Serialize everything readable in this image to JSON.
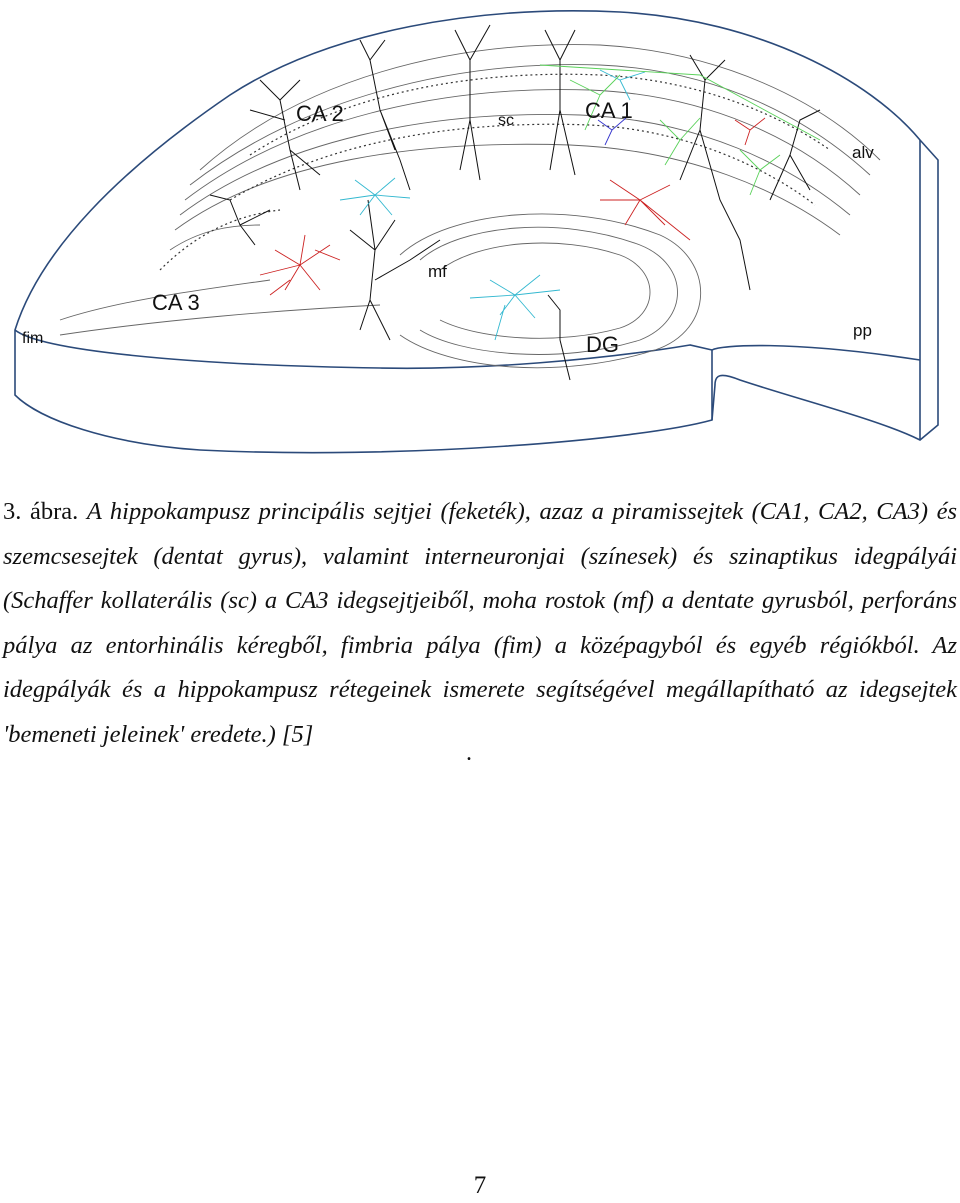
{
  "figure": {
    "labels": {
      "ca2": "CA 2",
      "ca1": "CA 1",
      "sc": "sc",
      "alv": "alv",
      "ca3": "CA 3",
      "mf": "mf",
      "fim": "fim",
      "dg": "DG",
      "pp": "pp"
    },
    "colors": {
      "outline": "#2b4a7a",
      "principal_cells": "#111111",
      "interneuron_red": "#cc2222",
      "interneuron_cyan": "#33b8d0",
      "interneuron_green": "#5ad15a",
      "interneuron_blue": "#3333cc"
    }
  },
  "caption": {
    "number": "3. ábra.",
    "text": "A hippokampusz principális sejtjei (feketék), azaz a piramissejtek (CA1, CA2, CA3) és szemcsesejtek (dentat gyrus), valamint interneuronjai (színesek) és szinaptikus idegpályái (Schaffer kollaterális (sc) a CA3 idegsejtjeiből, moha rostok (mf) a dentate gyrusból, perforáns pálya az entorhinális kéregből, fimbria pálya (fim) a középagyból és egyéb régiókból. Az idegpályák és a hippokampusz rétegeinek ismerete segítségével megállapítható az idegsejtek 'bemeneti jeleinek' eredete.) [5]"
  },
  "trailing_dot": ".",
  "page_number": "7"
}
